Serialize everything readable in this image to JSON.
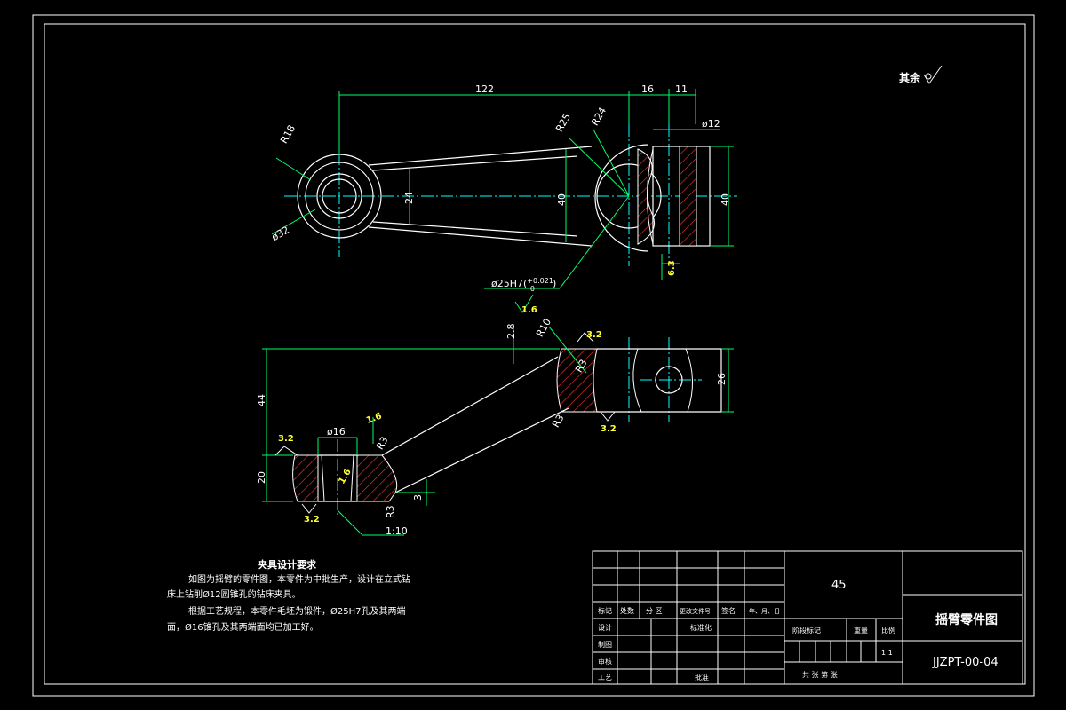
{
  "drawing": {
    "surface_note": "其余",
    "top_view": {
      "dims": {
        "length_122": "122",
        "length_16": "16",
        "length_11": "11",
        "dia_12": "ø12",
        "r18": "R18",
        "r25": "R25",
        "r24": "R24",
        "height_24": "24",
        "height_40_mid": "40",
        "height_40_right": "40",
        "dia_32": "ø32",
        "fit_main": "ø25H7(",
        "fit_upper": "+0.021",
        "fit_lower": "0",
        "fit_close": ")",
        "rough_1_6": "1.6",
        "rough_6_3": "6.3"
      }
    },
    "side_view": {
      "dims": {
        "d_2_8": "2.8",
        "r10": "R10",
        "r3_a": "R3",
        "r3_b": "R3",
        "r3_c": "R3",
        "r3_d": "R3",
        "d_44": "44",
        "d_26": "26",
        "d_20": "20",
        "dia_16": "ø16",
        "d_3": "3",
        "taper": "1:10",
        "rough_3_2_a": "3.2",
        "rough_3_2_b": "3.2",
        "rough_3_2_c": "3.2",
        "rough_3_2_d": "3.2",
        "rough_1_6_a": "1.6",
        "rough_1_6_b": "1.6"
      }
    },
    "notes": {
      "title": "夹具设计要求",
      "line1": "如图为摇臂的零件图，本零件为中批生产，设计在立式钻",
      "line2": "床上钻削Ø12圆锥孔的钻床夹具。",
      "line3": "根据工艺规程，本零件毛坯为锻件，Ø25H7孔及其两端",
      "line4": "面，Ø16锥孔及其两端面均已加工好。"
    },
    "title_block": {
      "material": "45",
      "part_name": "摇臂零件图",
      "drawing_no": "JJZPT-00-04",
      "row_labels": [
        "标记",
        "处数",
        "分 区",
        "更改文件号",
        "签名",
        "年、月、日"
      ],
      "design": "设计",
      "standardization": "标准化",
      "draft": "制图",
      "review": "审核",
      "process": "工艺",
      "approve": "批准",
      "stage_mark": "阶段标记",
      "weight": "重量",
      "scale_label": "比例",
      "scale": "1:1",
      "sheets": "共    张  第    张"
    }
  }
}
